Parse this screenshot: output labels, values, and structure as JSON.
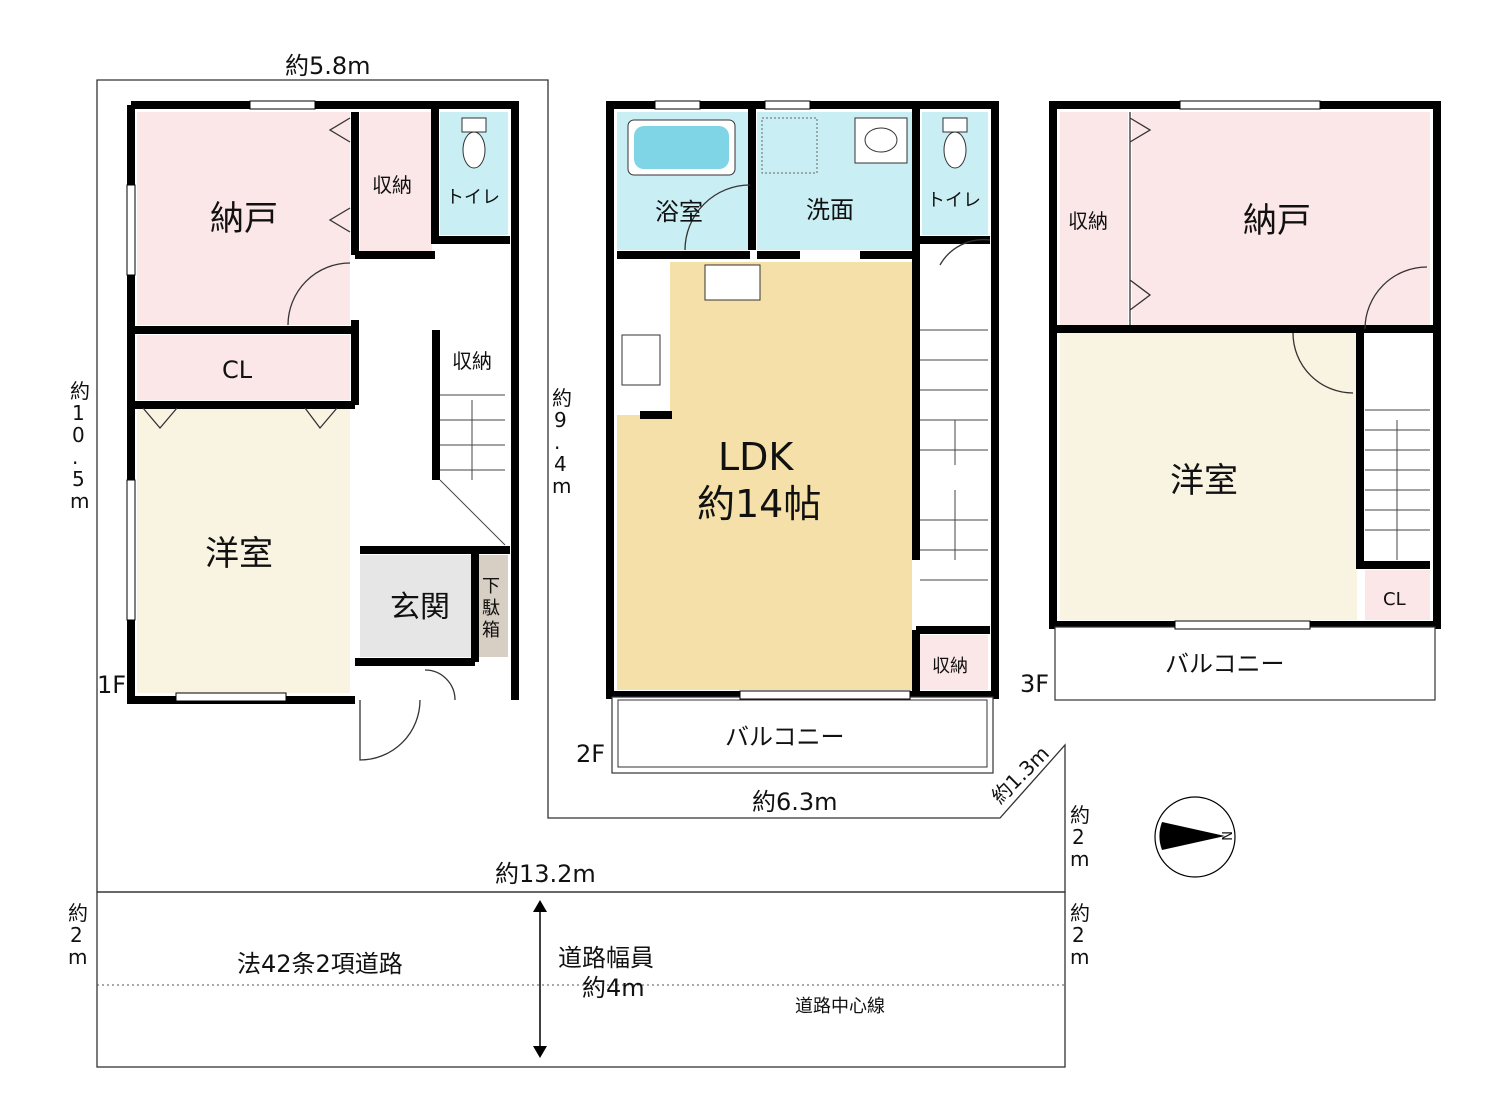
{
  "dimensions": {
    "top_width": "約5.8m",
    "left_depth": [
      "約",
      "1",
      "0",
      ".",
      "5",
      "m"
    ],
    "mid_depth": [
      "約",
      "9",
      ".",
      "4",
      "m"
    ],
    "bottom_2f": "約6.3m",
    "corner": "約1.3m",
    "right_setback": [
      "約",
      "2",
      "m"
    ],
    "site_width": "約13.2m",
    "road_left": [
      "約",
      "2",
      "m"
    ],
    "road_right": [
      "約",
      "2",
      "m"
    ]
  },
  "floor1": {
    "label": "1F",
    "rooms": {
      "storage_room": "納戸",
      "storage": "収納",
      "toilet": "トイレ",
      "closet": "CL",
      "western_room": "洋室",
      "stair_storage": "収納",
      "entrance": "玄関",
      "shoe_box": [
        "下",
        "駄",
        "箱"
      ]
    }
  },
  "floor2": {
    "label": "2F",
    "rooms": {
      "bath": "浴室",
      "washroom": "洗面",
      "toilet": "トイレ",
      "ldk": "LDK",
      "ldk_size": "約14帖",
      "storage": "収納",
      "balcony": "バルコニー"
    }
  },
  "floor3": {
    "label": "3F",
    "rooms": {
      "storage": "収納",
      "storage_room": "納戸",
      "western_room": "洋室",
      "closet": "CL",
      "balcony": "バルコニー"
    }
  },
  "road": {
    "type": "法42条2項道路",
    "width_label": "道路幅員",
    "width_value": "約4m",
    "centerline": "道路中心線"
  },
  "compass": {
    "north": "N"
  },
  "colors": {
    "pink": "#fbe6e8",
    "cyan": "#c9eef3",
    "cream": "#f9f3e1",
    "ldk": "#f4e0a8",
    "entrance": "#e6e6e6",
    "shoebox": "#d8cfc4"
  }
}
